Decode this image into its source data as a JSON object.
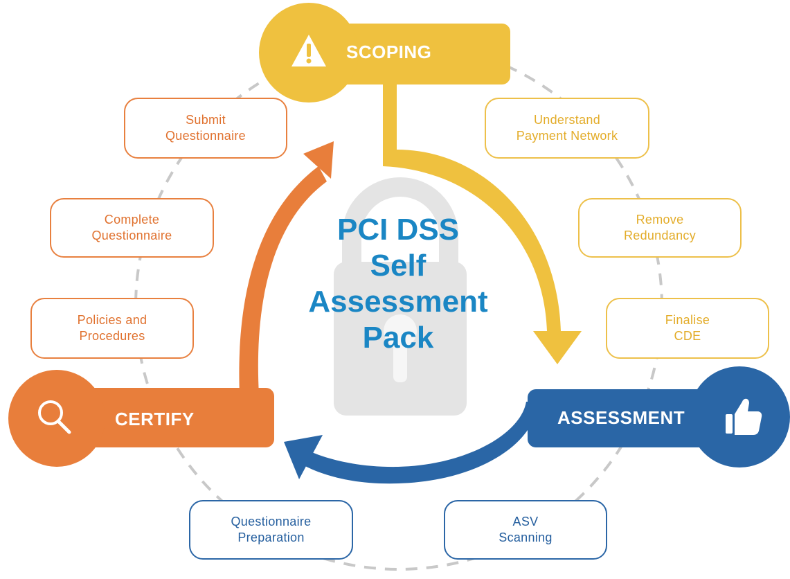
{
  "title": "PCI DSS\nSelf\nAssessment\nPack",
  "phases": {
    "scoping": "SCOPING",
    "assessment": "ASSESSMENT",
    "certify": "CERTIFY"
  },
  "steps": {
    "understand": "Understand\nPayment Network",
    "remove": "Remove\nRedundancy",
    "finalise": "Finalise\nCDE",
    "asv": "ASV\nScanning",
    "prep": "Questionnaire\nPreparation",
    "policies": "Policies and\nProcedures",
    "complete": "Complete\nQuestionnaire",
    "submit": "Submit\nQuestionnaire"
  },
  "colors": {
    "scoping": "#efc13f",
    "assessment": "#2a66a6",
    "certify": "#e87e3b",
    "title": "#1a86c4",
    "ring": "#c8c8c8",
    "lock": "#e4e4e4"
  },
  "icons": {
    "scoping": "warning-icon",
    "assessment": "thumbs-up-icon",
    "certify": "magnifier-icon",
    "background": "padlock-icon"
  }
}
